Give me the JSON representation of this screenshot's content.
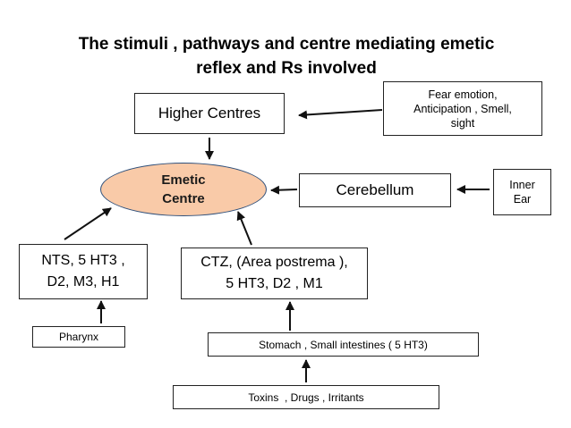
{
  "title": {
    "line1": "The stimuli , pathways and centre mediating emetic",
    "line2": "reflex and Rs involved"
  },
  "nodes": {
    "higher_centres": "Higher Centres",
    "fear": {
      "line1": "Fear emotion,",
      "line2": "Anticipation , Smell,",
      "line3": "sight"
    },
    "emetic": {
      "line1": "Emetic",
      "line2": "Centre"
    },
    "cerebellum": "Cerebellum",
    "inner_ear": {
      "line1": "Inner",
      "line2": "Ear"
    },
    "nts": {
      "line1": "NTS, 5 HT3 ,",
      "line2": "D2, M3, H1"
    },
    "ctz": {
      "line1": "CTZ, (Area postrema ),",
      "line2": "5 HT3, D2 , M1"
    },
    "pharynx": "Pharynx",
    "stomach": "Stomach , Small intestines ( 5 HT3)",
    "toxins": "Toxins  , Drugs , Irritants"
  }
}
